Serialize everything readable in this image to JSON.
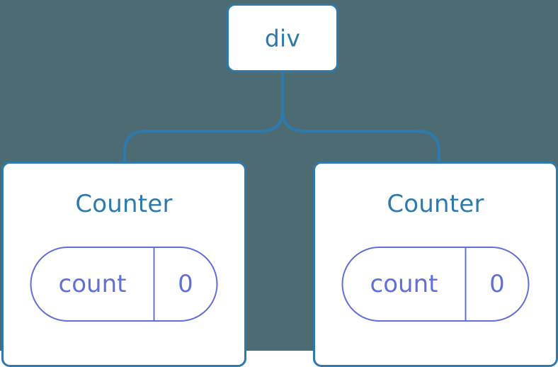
{
  "diagram": {
    "type": "component-tree",
    "background_color": "#4d6b73",
    "node_border_color": "#2e7aad",
    "node_text_color": "#2e7aad",
    "edge_color": "#2e7aad",
    "pill_color": "#6170d9",
    "root": {
      "label": "div"
    },
    "children": [
      {
        "id": "counter-left",
        "label": "Counter",
        "state": {
          "key": "count",
          "value": "0"
        }
      },
      {
        "id": "counter-right",
        "label": "Counter",
        "state": {
          "key": "count",
          "value": "0"
        }
      }
    ]
  }
}
